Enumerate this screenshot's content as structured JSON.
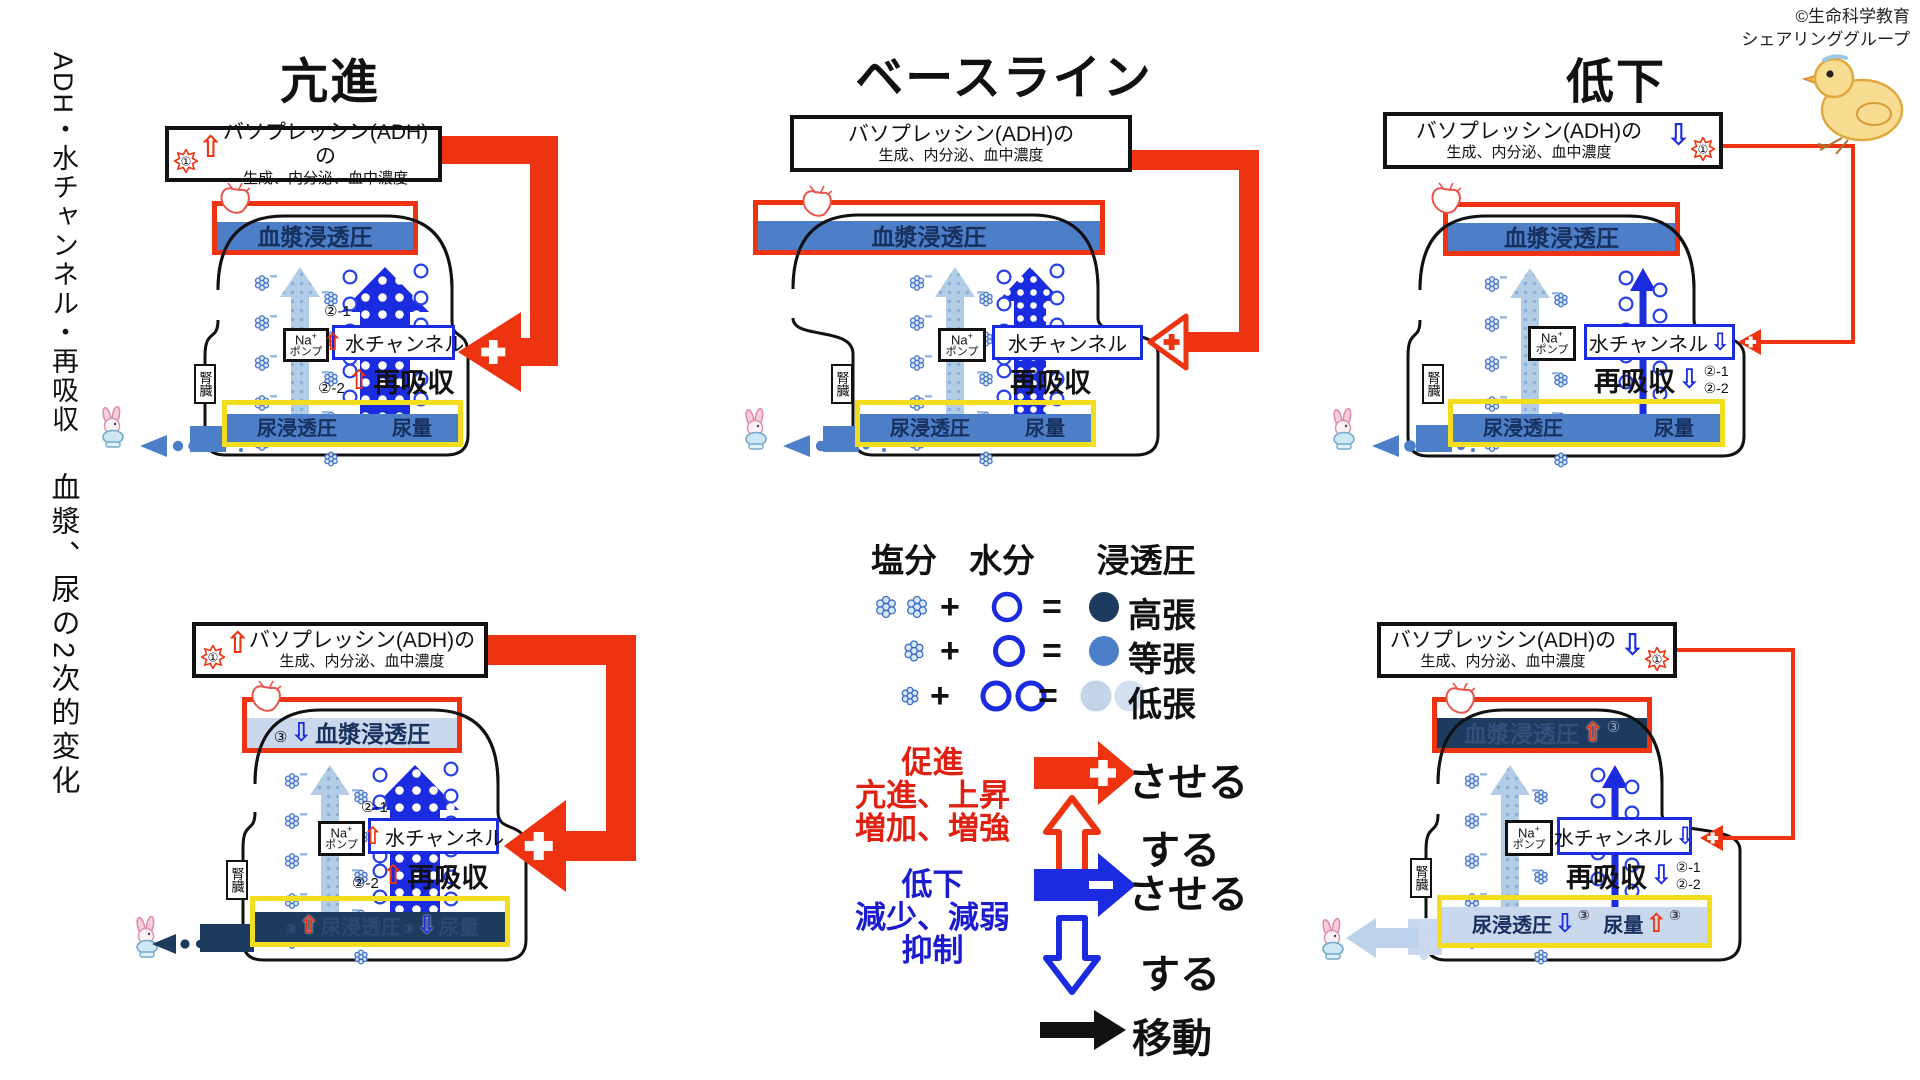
{
  "copyright": {
    "line1": "©生命科学教育",
    "line2": "シェアリンググループ"
  },
  "side_labels": {
    "top": "ADH・水チャンネル・再吸収",
    "bottom": "血漿、尿の2次的変化"
  },
  "column_titles": [
    {
      "label": "亢進"
    },
    {
      "label": "ベースライン"
    },
    {
      "label": "低下"
    }
  ],
  "shared_text": {
    "adh_line1": "バソプレッシン(ADH)の",
    "adh_line2": "生成、内分泌、血中濃度",
    "blood": "血漿浸透圧",
    "water_channel": "水チャンネル",
    "na_base": "Na",
    "na_sup": "+",
    "na2": "ポンプ",
    "reabsorb": "再吸収",
    "urine_osm": "尿浸透圧",
    "urine_vol": "尿量",
    "kidney": "腎臓",
    "n1": "①",
    "n21": "②-1",
    "n22": "②-2",
    "n3": "③",
    "up_arrow": "⇧",
    "down_arrow": "⇩"
  },
  "legend": {
    "headers": [
      "塩分",
      "水分",
      "浸透圧"
    ],
    "plus": "+",
    "equals": "=",
    "rows": [
      {
        "salt": 2,
        "water": 1,
        "label": "高張",
        "color": "#1d3a5f"
      },
      {
        "salt": 1,
        "water": 1,
        "label": "等張",
        "color": "#4d7ec8"
      },
      {
        "salt": 1,
        "water": 2,
        "label": "低張",
        "color": "#c3d3e8"
      }
    ],
    "arrow_legend": {
      "red_lines": [
        "促進",
        "亢進、上昇",
        "増加、増強"
      ],
      "blue_lines": [
        "低下",
        "減少、減弱",
        "抑制"
      ],
      "red_solid_label": "させる",
      "red_hollow_label": "する",
      "blue_solid_label": "させる",
      "blue_hollow_label": "する",
      "move_label": "移動"
    }
  },
  "palette": {
    "red": "#ee3311",
    "blue": "#1b2be0",
    "iso": "#4d7ec8",
    "hyper": "#1d3a5f",
    "hypo": "#c9d8ec",
    "hypo2": "#d4e0f0",
    "yellow": "#f2de1e",
    "ink": "#111111",
    "navy_text": "#17305e",
    "faint_navy": "#32507c",
    "dim": "#93a3b8",
    "salt_fill": "#aec9e6",
    "salt_dot": "#7fa9d4",
    "ring": "#2742e8",
    "mouse_blue": "#4d7ec8",
    "light_arrow": "#bcd1ea",
    "legend_red": "#e02010",
    "legend_blue": "#1b1bd0"
  },
  "diagrams": [
    {
      "key": "T1",
      "column": "亢進",
      "adh_marker": "red-up",
      "wc_arrow": "red-up",
      "re_kind": "pre",
      "blood_fill": "iso",
      "blood_content": "plain",
      "urine_fill": "iso",
      "urine_content": "plain",
      "water": "thick",
      "mouse_arrow": "dots-blue",
      "has_n21": true
    },
    {
      "key": "T2",
      "column": "ベースライン",
      "adh_marker": null,
      "wc_arrow": null,
      "re_kind": "plain",
      "blood_fill": "iso",
      "blood_content": "plain",
      "urine_fill": "iso",
      "urine_content": "plain",
      "water": "medium",
      "mouse_arrow": "dots-blue",
      "has_n21": false
    },
    {
      "key": "T3",
      "column": "低下",
      "adh_marker": "blue-down",
      "wc_arrow": "blue-down",
      "re_kind": "post",
      "blood_fill": "iso",
      "blood_content": "plain",
      "urine_fill": "iso",
      "urine_content": "plain",
      "water": "thin",
      "mouse_arrow": "dots-blue-big",
      "has_n21": false
    },
    {
      "key": "B1",
      "column": "亢進",
      "adh_marker": "red-up",
      "wc_arrow": "red-up",
      "re_kind": "pre",
      "blood_fill": "hypo",
      "blood_content": "down3",
      "urine_fill": "hyper",
      "urine_content": "b1",
      "water": "thick",
      "mouse_arrow": "dots-navy",
      "has_n21": true
    },
    {
      "key": "B2",
      "column": "低下",
      "adh_marker": "blue-down",
      "wc_arrow": "blue-down",
      "re_kind": "post",
      "blood_fill": "hyper",
      "blood_content": "up3",
      "urine_fill": "hypo",
      "urine_content": "b2",
      "water": "thin",
      "mouse_arrow": "big-light",
      "has_n21": false
    }
  ]
}
